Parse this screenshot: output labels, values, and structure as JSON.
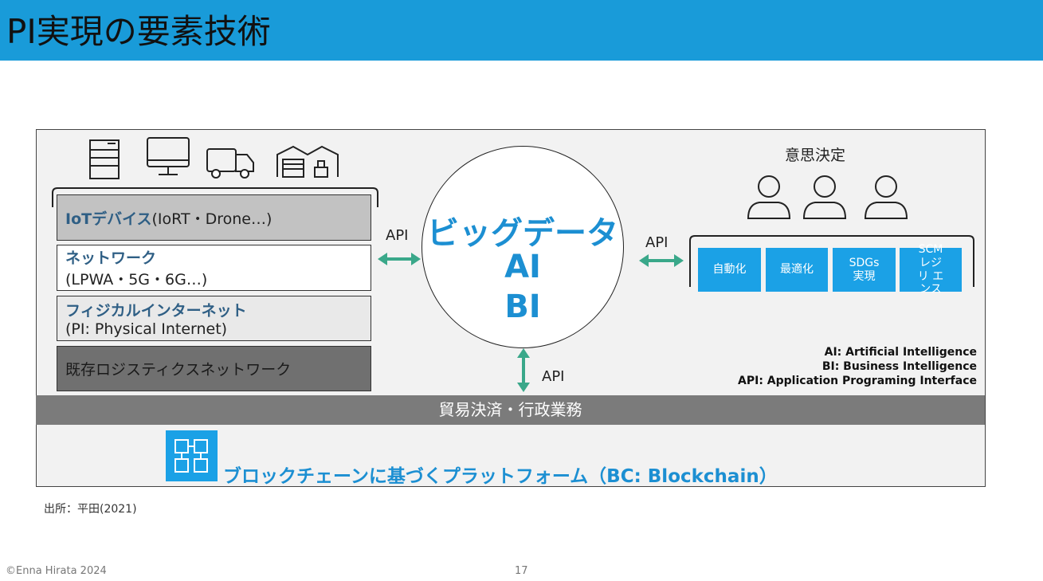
{
  "title": "PI実現の要素技術",
  "layers": [
    {
      "jp": "IoTデバイス",
      "en": "(IoRT・Drone…)"
    },
    {
      "jp": "ネットワーク",
      "en": "(LPWA・5G・6G…)"
    },
    {
      "jp": "フィジカルインターネット",
      "en": "(PI: Physical Internet)"
    },
    {
      "jp": "",
      "en": "既存ロジスティクスネットワーク"
    }
  ],
  "center": {
    "line1": "ビッグデータ",
    "line2": "AI",
    "line3": "BI"
  },
  "api_label": "API",
  "decision": "意思決定",
  "outcomes": [
    "自動化",
    "最適化",
    "SDGs 実現",
    "SCM レジリ エンス"
  ],
  "legend": [
    "AI: Artificial Intelligence",
    "BI: Business Intelligence",
    "API: Application Programing Interface"
  ],
  "band": "貿易決済・行政業務",
  "blockchain": "ブロックチェーンに基づくプラットフォーム（BC: Blockchain）",
  "source": "出所：平田(2021)",
  "copyright": "©Enna Hirata 2024",
  "page": "17",
  "colors": {
    "header": "#199bd9",
    "accent": "#1c8fd2",
    "arrow": "#3aa88a"
  }
}
